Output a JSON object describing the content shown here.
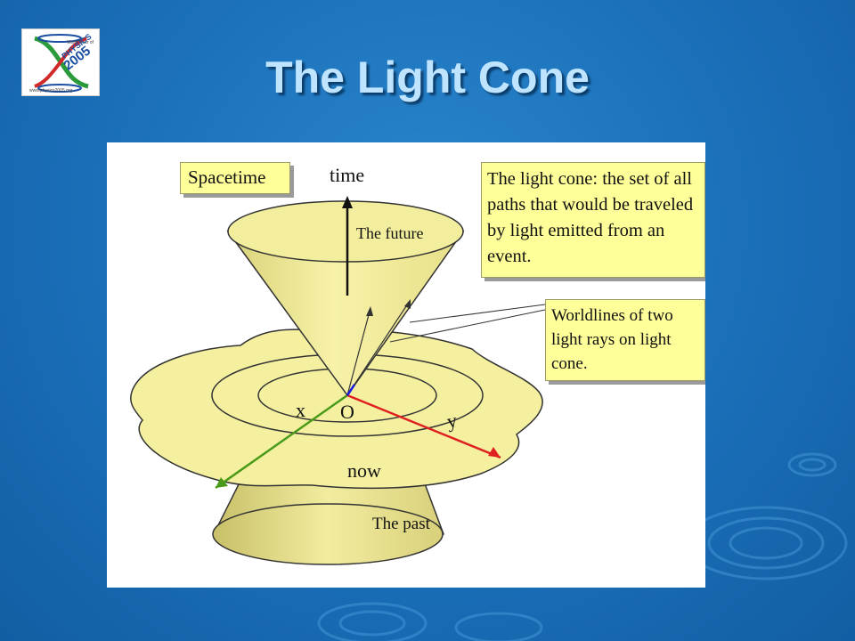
{
  "slide": {
    "title": "The Light Cone"
  },
  "logo": {
    "text_top": "World Year of",
    "text_middle": "PHYSICS",
    "text_year": "2005",
    "text_url": "www.physics2005.org"
  },
  "figure": {
    "spacetime_label": "Spacetime",
    "time_axis_label": "time",
    "future_label": "The future",
    "past_label": "The past",
    "now_label": "now",
    "origin_label": "O",
    "x_axis_label": "x",
    "y_axis_label": "y",
    "callout_light_cone": "The light cone: the set of all paths that would be traveled by light emitted from an event.",
    "callout_worldlines": "Worldlines of two light rays on light cone."
  },
  "colors": {
    "background": "#1a6fb8",
    "title": "#bfe4ff",
    "cone_fill": "#f5f0a0",
    "callout_fill": "#ffff99",
    "x_axis": "#4a9a1a",
    "y_axis": "#e02020"
  }
}
